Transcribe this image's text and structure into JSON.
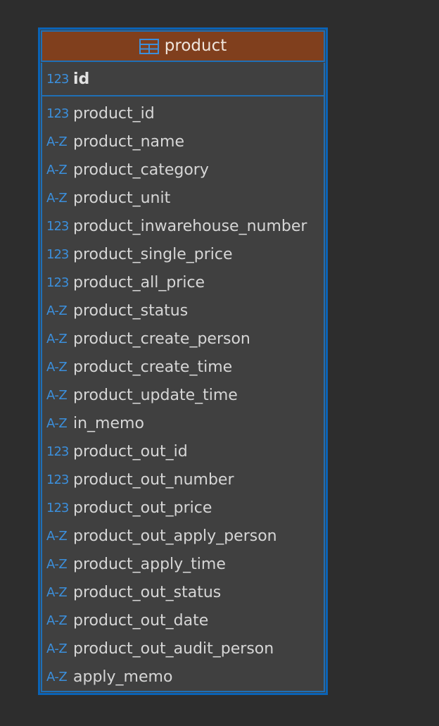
{
  "entity": {
    "title": "product",
    "header_icon": "table-icon",
    "colors": {
      "header_bg": "#803f1d",
      "border": "#0a63b6",
      "body_bg": "#404040",
      "canvas_bg": "#2d2d2d",
      "type_icon": "#3b8fdc"
    },
    "primary_key": {
      "type": "123",
      "name": "id"
    },
    "columns": [
      {
        "type": "123",
        "name": "product_id"
      },
      {
        "type": "A-Z",
        "name": "product_name"
      },
      {
        "type": "A-Z",
        "name": "product_category"
      },
      {
        "type": "A-Z",
        "name": "product_unit"
      },
      {
        "type": "123",
        "name": "product_inwarehouse_number"
      },
      {
        "type": "123",
        "name": "product_single_price"
      },
      {
        "type": "123",
        "name": "product_all_price"
      },
      {
        "type": "A-Z",
        "name": "product_status"
      },
      {
        "type": "A-Z",
        "name": "product_create_person"
      },
      {
        "type": "A-Z",
        "name": "product_create_time"
      },
      {
        "type": "A-Z",
        "name": "product_update_time"
      },
      {
        "type": "A-Z",
        "name": "in_memo"
      },
      {
        "type": "123",
        "name": "product_out_id"
      },
      {
        "type": "123",
        "name": "product_out_number"
      },
      {
        "type": "123",
        "name": "product_out_price"
      },
      {
        "type": "A-Z",
        "name": "product_out_apply_person"
      },
      {
        "type": "A-Z",
        "name": "product_apply_time"
      },
      {
        "type": "A-Z",
        "name": "product_out_status"
      },
      {
        "type": "A-Z",
        "name": "product_out_date"
      },
      {
        "type": "A-Z",
        "name": "product_out_audit_person"
      },
      {
        "type": "A-Z",
        "name": "apply_memo"
      }
    ]
  }
}
